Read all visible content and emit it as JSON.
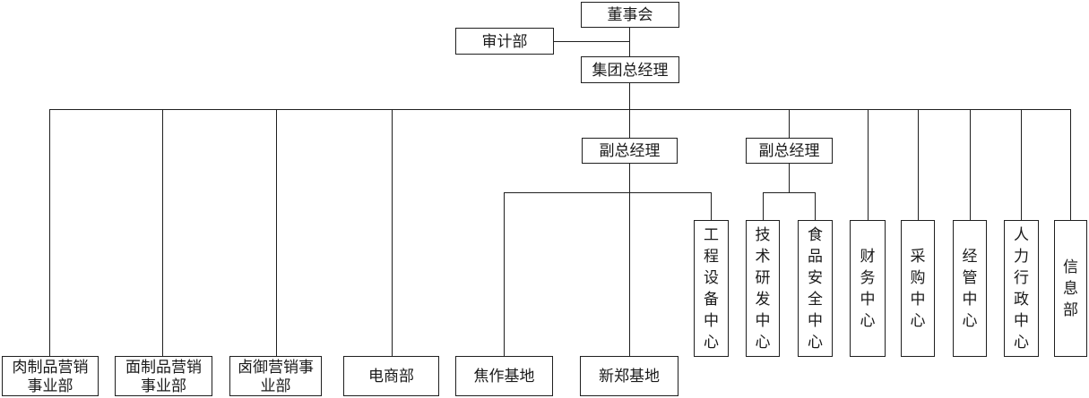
{
  "page": {
    "background_color": "#ffffff",
    "line_color": "#1f1f1f",
    "text_color": "#1a1a1a"
  },
  "org_chart": {
    "nodes": {
      "board": "董事会",
      "audit_department": "审计部",
      "group_general_manager": "集团总经理",
      "deputy_general_manager_1": "副总经理",
      "deputy_general_manager_2": "副总经理",
      "meat_products_marketing_division": "肉制品营销事业部",
      "flour_products_marketing_division": "面制品营销事业部",
      "luyu_marketing_division": "卤御营销事业部",
      "ecommerce_department": "电商部",
      "jiaozuo_base": "焦作基地",
      "xinzheng_base": "新郑基地",
      "engineering_equipment_center": "工程设备中心",
      "technology_rd_center": "技术研发中心",
      "food_safety_center": "食品安全中心",
      "finance_center": "财务中心",
      "procurement_center": "采购中心",
      "operations_management_center": "经管中心",
      "hr_admin_center": "人力行政中心",
      "information_department": "信息部"
    },
    "hierarchy": {
      "board": [
        "group_general_manager"
      ],
      "board_staff": [
        "audit_department"
      ],
      "group_general_manager": [
        "meat_products_marketing_division",
        "flour_products_marketing_division",
        "luyu_marketing_division",
        "ecommerce_department",
        "deputy_general_manager_1",
        "deputy_general_manager_2",
        "finance_center",
        "procurement_center",
        "operations_management_center",
        "hr_admin_center",
        "information_department"
      ],
      "deputy_general_manager_1": [
        "jiaozuo_base",
        "xinzheng_base",
        "engineering_equipment_center"
      ],
      "deputy_general_manager_2": [
        "technology_rd_center",
        "food_safety_center"
      ]
    }
  }
}
